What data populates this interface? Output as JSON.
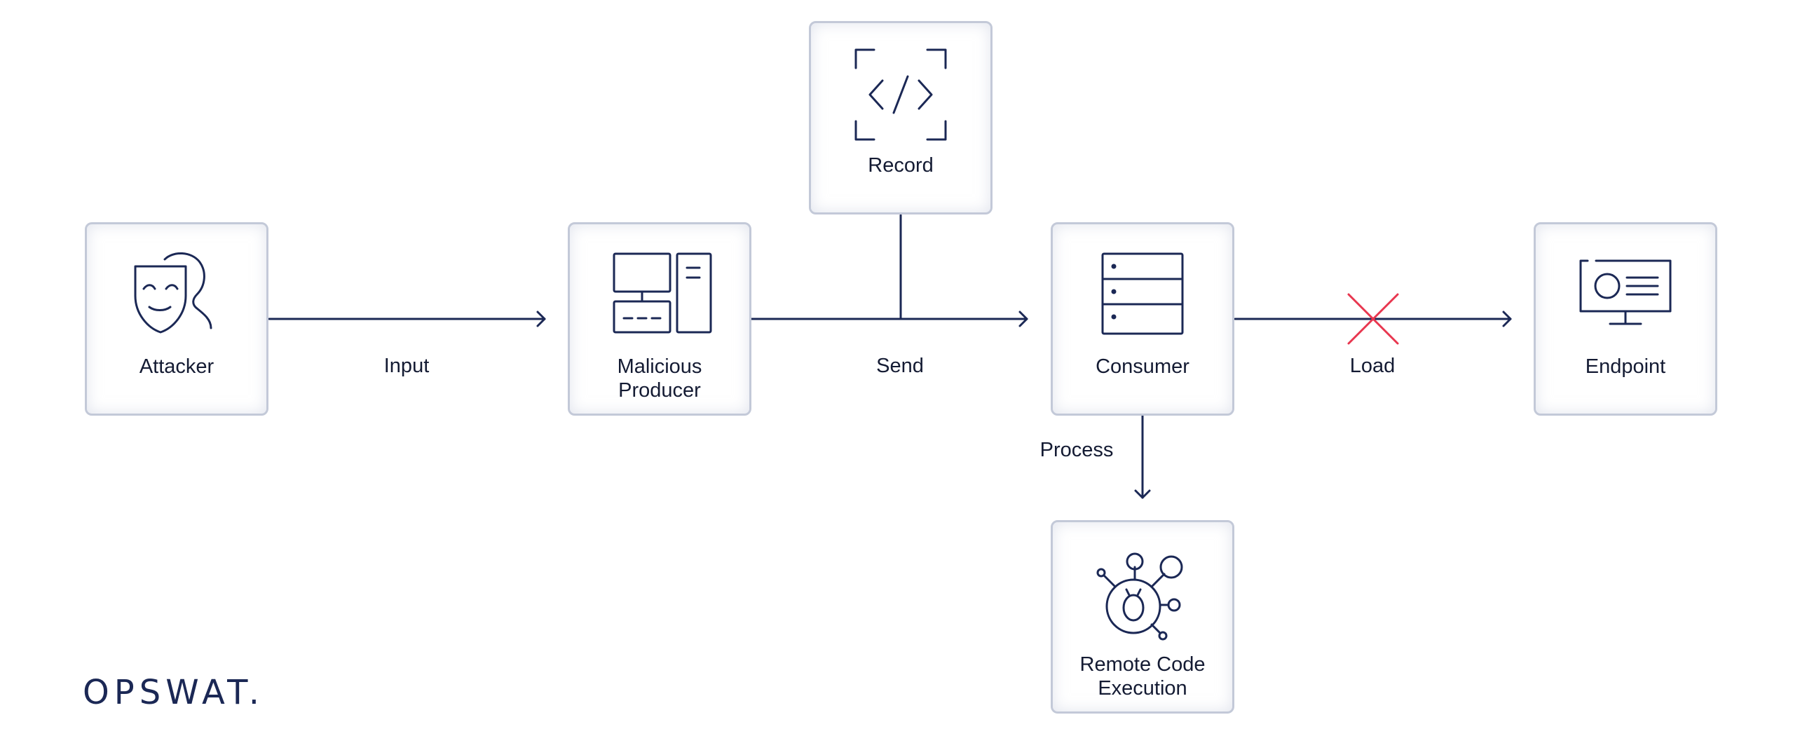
{
  "nodes": {
    "attacker": {
      "label": "Attacker",
      "icon": "attacker-mask-icon"
    },
    "producer": {
      "label": "Malicious\nProducer",
      "icon": "computer-tower-icon"
    },
    "record": {
      "label": "Record",
      "icon": "code-bracket-icon"
    },
    "consumer": {
      "label": "Consumer",
      "icon": "server-rack-icon"
    },
    "endpoint": {
      "label": "Endpoint",
      "icon": "monitor-icon"
    },
    "rce": {
      "label": "Remote Code\nExecution",
      "icon": "virus-bug-icon"
    }
  },
  "edges": {
    "input": "Input",
    "send": "Send",
    "load": "Load",
    "process": "Process"
  },
  "brand": {
    "logo": "OPSWAT."
  },
  "colors": {
    "line": "#1b2855",
    "blocked": "#e8364f",
    "border": "#c3c9d8"
  }
}
